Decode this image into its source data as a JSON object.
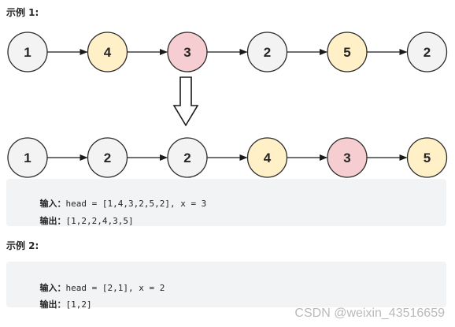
{
  "example1": {
    "heading": "示例 1:",
    "before_list": [
      "1",
      "4",
      "3",
      "2",
      "5",
      "2"
    ],
    "after_list": [
      "1",
      "2",
      "2",
      "4",
      "3",
      "5"
    ],
    "input_label": "输入：",
    "input_value": "head = [1,4,3,2,5,2], x = 3",
    "output_label": "输出：",
    "output_value": "[1,2,2,4,3,5]"
  },
  "example2": {
    "heading": "示例 2:",
    "input_label": "输入：",
    "input_value": "head = [2,1], x = 2",
    "output_label": "输出：",
    "output_value": "[1,2]"
  },
  "watermark": "CSDN @weixin_43516659",
  "colors": {
    "node_gray": "#f3f3f3",
    "node_yellow": "#fff0c8",
    "node_red": "#f6cdd0",
    "node_stroke": "#2a2a2a",
    "code_bg": "#f2f3f5"
  },
  "node_color_key": {
    "1": "node_gray",
    "2": "node_gray",
    "4": "node_yellow",
    "5": "node_yellow",
    "3": "node_red"
  }
}
